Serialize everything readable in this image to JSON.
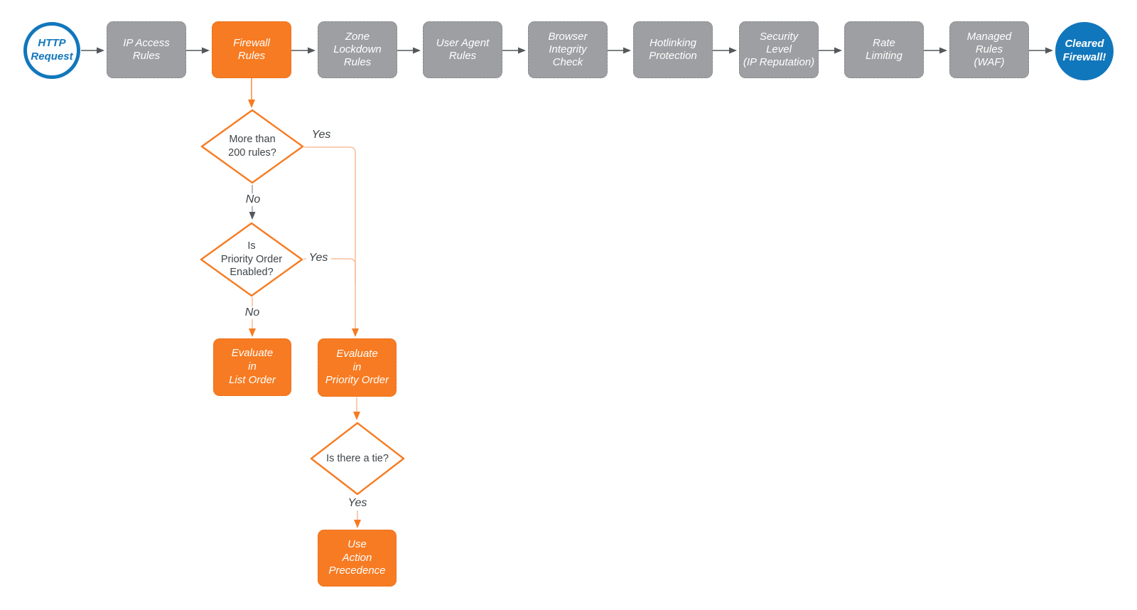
{
  "colors": {
    "accent_orange": "#f77b22",
    "connector_light_orange": "#f9be9c",
    "stage_gray": "#9d9fa2",
    "connector_dark_gray": "#54585b",
    "connector_light_gray": "#9ea1a4",
    "brand_blue": "#1177bc",
    "text_dark": "#3e4347",
    "text_white": "#ffffff",
    "background": "#ffffff"
  },
  "flow": {
    "start": {
      "label": "HTTP\nRequest"
    },
    "end": {
      "label": "Cleared\nFirewall!"
    },
    "stages": [
      {
        "label": "IP Access\nRules",
        "highlight": false
      },
      {
        "label": "Firewall\nRules",
        "highlight": true
      },
      {
        "label": "Zone\nLockdown\nRules",
        "highlight": false
      },
      {
        "label": "User Agent\nRules",
        "highlight": false
      },
      {
        "label": "Browser\nIntegrity\nCheck",
        "highlight": false
      },
      {
        "label": "Hotlinking\nProtection",
        "highlight": false
      },
      {
        "label": "Security\nLevel\n(IP Reputation)",
        "highlight": false
      },
      {
        "label": "Rate\nLimiting",
        "highlight": false
      },
      {
        "label": "Managed\nRules\n(WAF)",
        "highlight": false
      }
    ],
    "decisions": [
      {
        "label": "More than\n200 rules?",
        "yes_label": "Yes",
        "no_label": "No"
      },
      {
        "label": "Is\nPriority Order\nEnabled?",
        "yes_label": "Yes",
        "no_label": "No"
      },
      {
        "label": "Is there a tie?",
        "yes_label": "Yes"
      }
    ],
    "actions": [
      {
        "label": "Evaluate\nin\nList Order"
      },
      {
        "label": "Evaluate\nin\nPriority Order"
      },
      {
        "label": "Use\nAction\nPrecedence"
      }
    ]
  }
}
